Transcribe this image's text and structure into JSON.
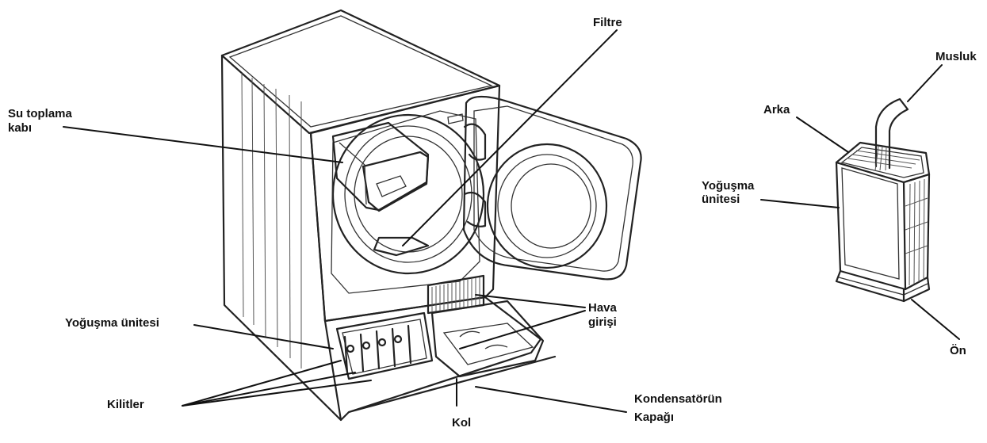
{
  "labels": {
    "filtre": "Filtre",
    "su_toplama_1": "Su toplama",
    "su_toplama_2": "kabı",
    "yogusma_unitesi": "Yoğuşma ünitesi",
    "kilitler": "Kilitler",
    "kol": "Kol",
    "kondensator_1": "Kondensatörün",
    "kondensator_2": "Kapağı",
    "hava_1": "Hava",
    "hava_2": "girişi",
    "musluk": "Musluk",
    "arka": "Arka",
    "yogusma_right_1": "Yoğuşma",
    "yogusma_right_2": "ünitesi",
    "on": "Ön"
  },
  "colors": {
    "outline": "#222222",
    "background": "#ffffff",
    "text": "#111111"
  }
}
